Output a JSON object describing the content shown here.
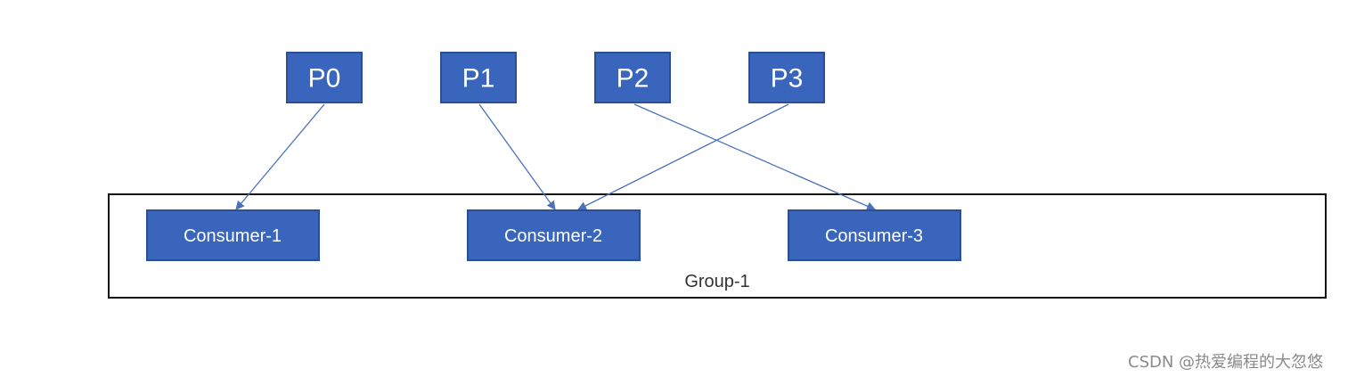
{
  "group": {
    "label": "Group-1"
  },
  "partitions": [
    {
      "id": "p0",
      "label": "P0"
    },
    {
      "id": "p1",
      "label": "P1"
    },
    {
      "id": "p2",
      "label": "P2"
    },
    {
      "id": "p3",
      "label": "P3"
    }
  ],
  "consumers": [
    {
      "id": "c1",
      "label": "Consumer-1"
    },
    {
      "id": "c2",
      "label": "Consumer-2"
    },
    {
      "id": "c3",
      "label": "Consumer-3"
    }
  ],
  "assignments": [
    {
      "from": "p0",
      "to": "c1"
    },
    {
      "from": "p1",
      "to": "c2"
    },
    {
      "from": "p2",
      "to": "c3"
    },
    {
      "from": "p3",
      "to": "c2"
    }
  ],
  "colors": {
    "node_fill": "#3a65bd",
    "edge": "#4a72b8",
    "group_border": "#111111"
  },
  "watermark": "CSDN @热爱编程的大忽悠"
}
